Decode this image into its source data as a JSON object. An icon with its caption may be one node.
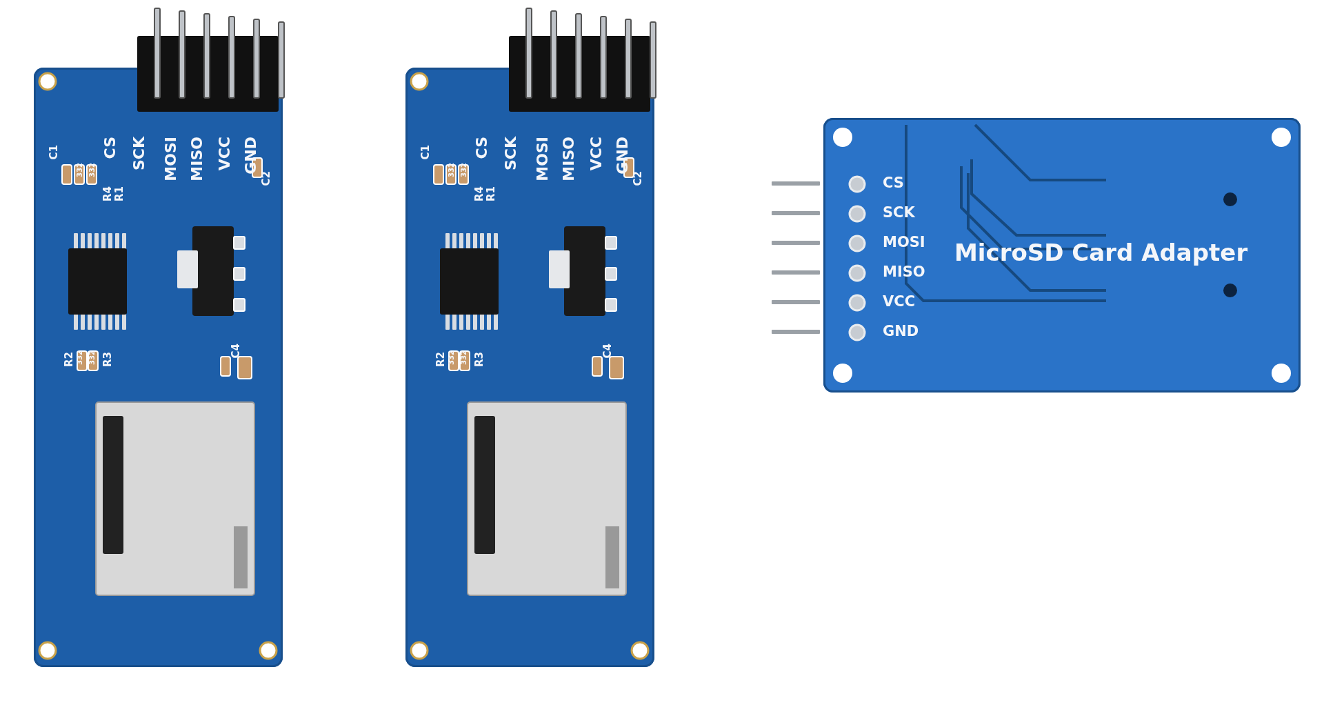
{
  "diagram": {
    "nodes": [
      {
        "text": [
          "CS",
          "SCK",
          "MOSI",
          "MISO",
          "VCC",
          "GND",
          "C1",
          "332",
          "332",
          "R4",
          "R1",
          "C2",
          "R2",
          "R3",
          "332",
          "332",
          "C4"
        ]
      },
      {
        "text": [
          "CS",
          "SCK",
          "MOSI",
          "MISO",
          "VCC",
          "GND",
          "C1",
          "332",
          "332",
          "R4",
          "R1",
          "C2",
          "R2",
          "R3",
          "332",
          "332",
          "C4"
        ]
      },
      {
        "text": [
          "CS",
          "SCK",
          "MOSI",
          "MISO",
          "VCC",
          "GND",
          "MicroSD Card Adapter"
        ]
      }
    ]
  }
}
